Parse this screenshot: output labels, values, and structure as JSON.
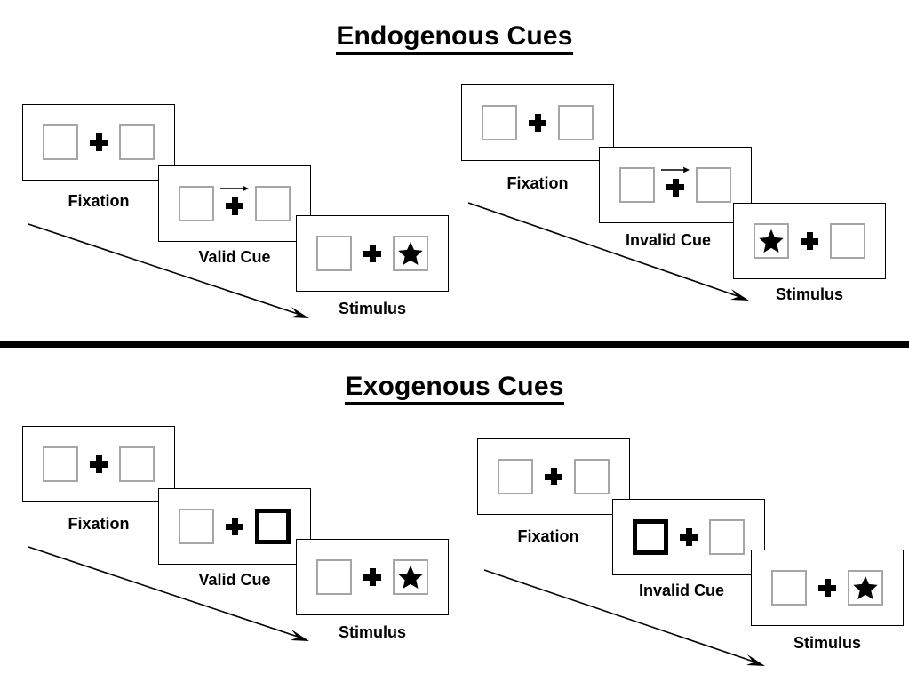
{
  "figure": {
    "sections": [
      {
        "id": "endogenous",
        "title": "Endogenous Cues",
        "columns": [
          {
            "id": "endogenous-valid",
            "panels": [
              {
                "id": "fixation",
                "label": "Fixation",
                "cue": "none",
                "arrow": false,
                "left_square": "empty",
                "right_square": "empty"
              },
              {
                "id": "valid-cue",
                "label": "Valid Cue",
                "cue": "arrow-right",
                "arrow": true,
                "left_square": "empty",
                "right_square": "empty"
              },
              {
                "id": "stimulus",
                "label": "Stimulus",
                "cue": "none",
                "arrow": false,
                "left_square": "empty",
                "right_square": "star"
              }
            ]
          },
          {
            "id": "endogenous-invalid",
            "panels": [
              {
                "id": "fixation",
                "label": "Fixation",
                "cue": "none",
                "arrow": false,
                "left_square": "empty",
                "right_square": "empty"
              },
              {
                "id": "invalid-cue",
                "label": "Invalid Cue",
                "cue": "arrow-right",
                "arrow": true,
                "left_square": "empty",
                "right_square": "empty"
              },
              {
                "id": "stimulus",
                "label": "Stimulus",
                "cue": "none",
                "arrow": false,
                "left_square": "star",
                "right_square": "empty"
              }
            ]
          }
        ]
      },
      {
        "id": "exogenous",
        "title": "Exogenous Cues",
        "columns": [
          {
            "id": "exogenous-valid",
            "panels": [
              {
                "id": "fixation",
                "label": "Fixation",
                "cue": "none",
                "arrow": false,
                "left_square": "empty",
                "right_square": "empty"
              },
              {
                "id": "valid-cue",
                "label": "Valid Cue",
                "cue": "flash-right",
                "arrow": false,
                "left_square": "empty",
                "right_square": "cued"
              },
              {
                "id": "stimulus",
                "label": "Stimulus",
                "cue": "none",
                "arrow": false,
                "left_square": "empty",
                "right_square": "star"
              }
            ]
          },
          {
            "id": "exogenous-invalid",
            "panels": [
              {
                "id": "fixation",
                "label": "Fixation",
                "cue": "none",
                "arrow": false,
                "left_square": "empty",
                "right_square": "empty"
              },
              {
                "id": "invalid-cue",
                "label": "Invalid Cue",
                "cue": "flash-left",
                "arrow": false,
                "left_square": "cued",
                "right_square": "empty"
              },
              {
                "id": "stimulus",
                "label": "Stimulus",
                "cue": "none",
                "arrow": false,
                "left_square": "empty",
                "right_square": "star"
              }
            ]
          }
        ]
      }
    ],
    "colors": {
      "frame_border": "#000000",
      "square_border": "#a6a6a6",
      "cued_square_border": "#000000",
      "star_fill": "#000000",
      "divider": "#000000",
      "background": "#ffffff"
    }
  }
}
